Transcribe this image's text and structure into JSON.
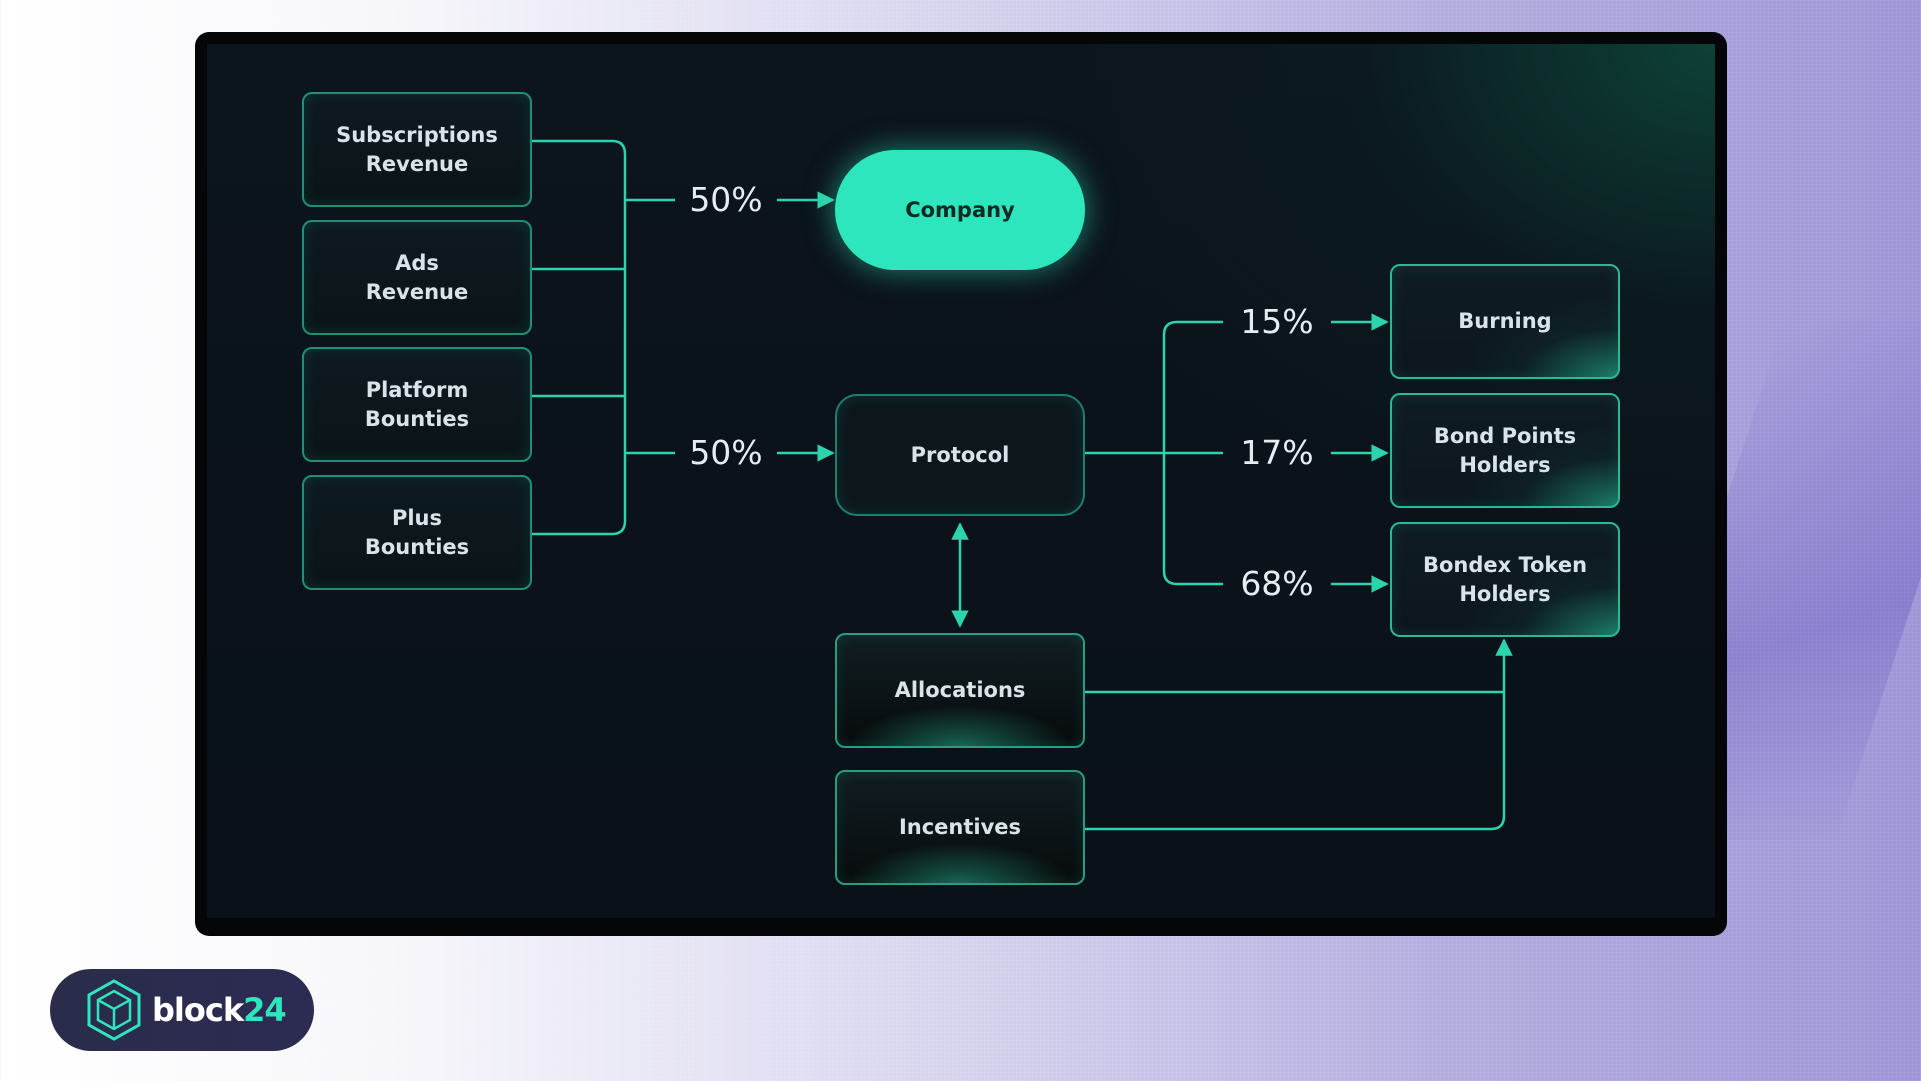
{
  "diagram": {
    "sources": [
      {
        "id": "subscriptions",
        "label": "Subscriptions\nRevenue"
      },
      {
        "id": "ads",
        "label": "Ads\nRevenue"
      },
      {
        "id": "platform",
        "label": "Platform\nBounties"
      },
      {
        "id": "plus",
        "label": "Plus\nBounties"
      }
    ],
    "split_company_pct": "50%",
    "split_protocol_pct": "50%",
    "company_label": "Company",
    "protocol_label": "Protocol",
    "destinations": [
      {
        "id": "burning",
        "label": "Burning",
        "pct": "15%"
      },
      {
        "id": "bond",
        "label": "Bond Points\nHolders",
        "pct": "17%"
      },
      {
        "id": "bondex",
        "label": "Bondex Token\nHolders",
        "pct": "68%"
      }
    ],
    "allocations_label": "Allocations",
    "incentives_label": "Incentives",
    "accent_color": "#2ee6bd",
    "line_color": "#2bd4ad"
  },
  "logo": {
    "brand_main": "block",
    "brand_accent": "24",
    "icon": "hexagon-cube-icon"
  }
}
